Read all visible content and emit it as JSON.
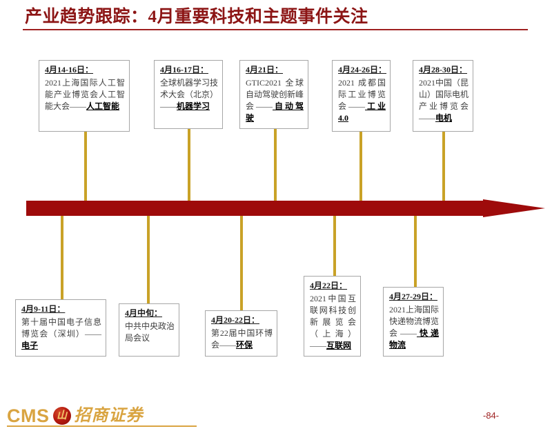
{
  "slide": {
    "title": "产业趋势跟踪：4月重要科技和主题事件关注",
    "page_number": "-84-",
    "accent_red": "#9E0B0B",
    "title_red": "#8C1515",
    "connector_gold": "#C9A227",
    "logo_gold": "#D9A441",
    "box_border": "#A6A6A6"
  },
  "timeline": {
    "direction": "left-to-right",
    "arrow_color": "#9E0B0B"
  },
  "events_top": [
    {
      "date": "4月14-16日：",
      "body_prefix": "2021上海国际人工智能产业博览会人工智能大会——",
      "tag": "人工智能"
    },
    {
      "date": "4月16-17日：",
      "body_prefix": "全球机器学习技术大会（北京）——",
      "tag": "机器学习"
    },
    {
      "date": "4月21日：",
      "body_prefix": "GTIC2021 全球自动驾驶创新峰会——",
      "tag": "自动驾驶"
    },
    {
      "date": "4月24-26日：",
      "body_prefix": "2021 成都国际工业博览会——",
      "tag": "工业4.0"
    },
    {
      "date": "4月28-30日：",
      "body_prefix": "2021中国（昆山）国际电机产业博览会——",
      "tag": "电机"
    }
  ],
  "events_bottom": [
    {
      "date": "4月9-11日：",
      "body_prefix": "第十届中国电子信息博览会（深圳）——",
      "tag": "电子"
    },
    {
      "date": "4月中旬：",
      "body_prefix": "中共中央政治局会议",
      "tag": ""
    },
    {
      "date": "4月20-22日：",
      "body_prefix": "第22届中国环博会——",
      "tag": "环保"
    },
    {
      "date": "4月22日：",
      "body_prefix": "2021中国互联网科技创新展览会（上海）——",
      "tag": "互联网"
    },
    {
      "date": "4月27-29日：",
      "body_prefix": "2021上海国际快递物流博览会——",
      "tag": "快递物流"
    }
  ],
  "footer": {
    "logo_text": "CMS",
    "logo_badge_glyph": "山",
    "logo_name": "招商证券"
  }
}
